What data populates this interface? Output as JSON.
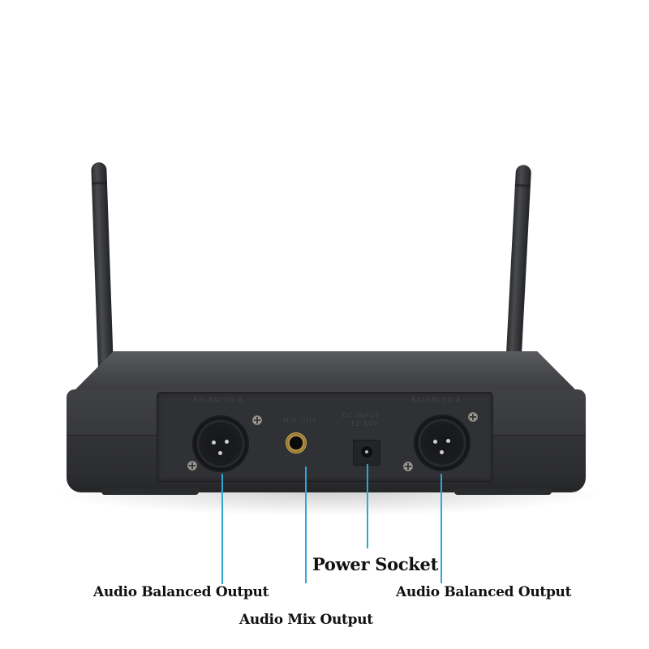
{
  "image": {
    "subject": "Wireless microphone receiver, rear panel",
    "background_color": "#ffffff",
    "device_color": "#3a3b3e",
    "callout_line_color": "#2fa6d8",
    "label_color": "#111111"
  },
  "panel_markings": {
    "left_xlr": "BALANCED B",
    "mix_out": "MIX OUT",
    "dc_input_line1": "DC INPUT",
    "dc_input_line2": "12-18V",
    "right_xlr": "BALANCED A"
  },
  "callouts": {
    "left_balanced": "Audio Balanced Output",
    "mix_output": "Audio Mix Output",
    "power_socket": "Power Socket",
    "right_balanced": "Audio Balanced Output"
  }
}
